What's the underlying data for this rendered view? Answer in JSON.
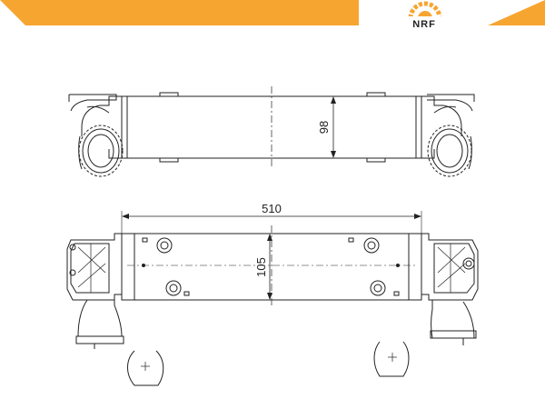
{
  "brand": {
    "name": "NRF",
    "accent_color": "#f7a531",
    "logo_icon": "nrf-logo-icon"
  },
  "dimensions": {
    "height_top_view": "98",
    "length": "510",
    "height_front_view": "105"
  },
  "colors": {
    "line": "#222222",
    "banner": "#f7a531"
  }
}
